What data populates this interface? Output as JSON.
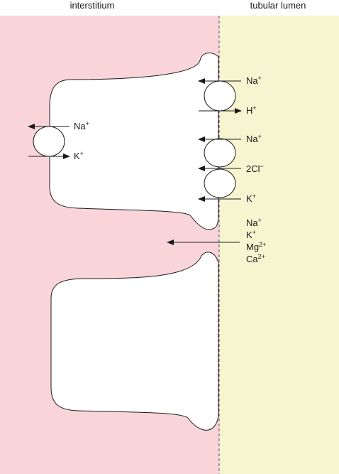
{
  "regions": {
    "left_label": "interstitium",
    "right_label": "tubular lumen",
    "left_color": "#f9d5da",
    "right_color": "#f7f5d0"
  },
  "basolateral": {
    "na": {
      "base": "Na",
      "sup": "+"
    },
    "k": {
      "base": "K",
      "sup": "+"
    }
  },
  "apical_exchanger": {
    "na": {
      "base": "Na",
      "sup": "+"
    },
    "h": {
      "base": "H",
      "sup": "+"
    }
  },
  "cotransporter": {
    "na": {
      "base": "Na",
      "sup": "+"
    },
    "cl": {
      "base": "2Cl",
      "sup": "−"
    },
    "k": {
      "base": "K",
      "sup": "+"
    }
  },
  "paracellular": {
    "na": {
      "base": "Na",
      "sup": "+"
    },
    "k": {
      "base": "K",
      "sup": "+"
    },
    "mg": {
      "base": "Mg",
      "sup": "2+"
    },
    "ca": {
      "base": "Ca",
      "sup": "2+"
    }
  }
}
